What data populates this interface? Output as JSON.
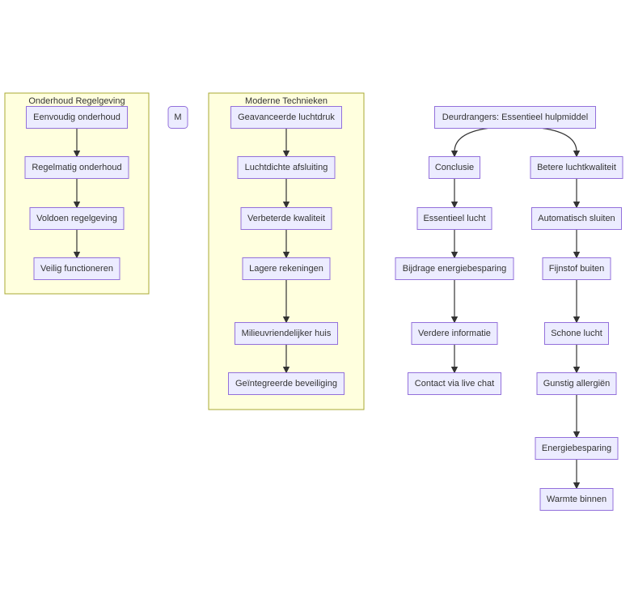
{
  "colors": {
    "cluster_fill": "#ffffde",
    "cluster_stroke": "#aaaa33",
    "node_fill": "#ececff",
    "node_stroke": "#9370db",
    "edge": "#333333",
    "text": "#333333"
  },
  "clusters": [
    {
      "id": "onderhoud",
      "title": "Onderhoud Regelgeving"
    },
    {
      "id": "technieken",
      "title": "Moderne Technieken"
    }
  ],
  "nodes": [
    {
      "id": "eenvoudig",
      "label": "Eenvoudig onderhoud"
    },
    {
      "id": "regelmatig",
      "label": "Regelmatig onderhoud"
    },
    {
      "id": "voldoen",
      "label": "Voldoen regelgeving"
    },
    {
      "id": "veilig",
      "label": "Veilig functioneren"
    },
    {
      "id": "m",
      "label": "M"
    },
    {
      "id": "luchtdruk",
      "label": "Geavanceerde luchtdruk"
    },
    {
      "id": "afsluiting",
      "label": "Luchtdichte afsluiting"
    },
    {
      "id": "kwaliteit",
      "label": "Verbeterde kwaliteit"
    },
    {
      "id": "rekeningen",
      "label": "Lagere rekeningen"
    },
    {
      "id": "milieu",
      "label": "Milieuvriendelijker huis"
    },
    {
      "id": "beveiliging",
      "label": "Geïntegreerde beveiliging"
    },
    {
      "id": "root",
      "label": "Deurdrangers: Essentieel hulpmiddel"
    },
    {
      "id": "conclusie",
      "label": "Conclusie"
    },
    {
      "id": "essentieel",
      "label": "Essentieel lucht"
    },
    {
      "id": "bijdrage",
      "label": "Bijdrage energiebesparing"
    },
    {
      "id": "verdere",
      "label": "Verdere informatie"
    },
    {
      "id": "contact",
      "label": "Contact via live chat"
    },
    {
      "id": "betere",
      "label": "Betere luchtkwaliteit"
    },
    {
      "id": "automatisch",
      "label": "Automatisch sluiten"
    },
    {
      "id": "fijnstof",
      "label": "Fijnstof buiten"
    },
    {
      "id": "schone",
      "label": "Schone lucht"
    },
    {
      "id": "gunstig",
      "label": "Gunstig allergiën"
    },
    {
      "id": "energiebesparing",
      "label": "Energiebesparing"
    },
    {
      "id": "warmte",
      "label": "Warmte binnen"
    }
  ],
  "edges": [
    {
      "from": "eenvoudig",
      "to": "regelmatig"
    },
    {
      "from": "regelmatig",
      "to": "voldoen"
    },
    {
      "from": "voldoen",
      "to": "veilig"
    },
    {
      "from": "luchtdruk",
      "to": "afsluiting"
    },
    {
      "from": "afsluiting",
      "to": "kwaliteit"
    },
    {
      "from": "kwaliteit",
      "to": "rekeningen"
    },
    {
      "from": "rekeningen",
      "to": "milieu"
    },
    {
      "from": "milieu",
      "to": "beveiliging"
    },
    {
      "from": "root",
      "to": "conclusie"
    },
    {
      "from": "root",
      "to": "betere"
    },
    {
      "from": "conclusie",
      "to": "essentieel"
    },
    {
      "from": "essentieel",
      "to": "bijdrage"
    },
    {
      "from": "bijdrage",
      "to": "verdere"
    },
    {
      "from": "verdere",
      "to": "contact"
    },
    {
      "from": "betere",
      "to": "automatisch"
    },
    {
      "from": "automatisch",
      "to": "fijnstof"
    },
    {
      "from": "fijnstof",
      "to": "schone"
    },
    {
      "from": "schone",
      "to": "gunstig"
    },
    {
      "from": "gunstig",
      "to": "energiebesparing"
    },
    {
      "from": "energiebesparing",
      "to": "warmte"
    }
  ]
}
